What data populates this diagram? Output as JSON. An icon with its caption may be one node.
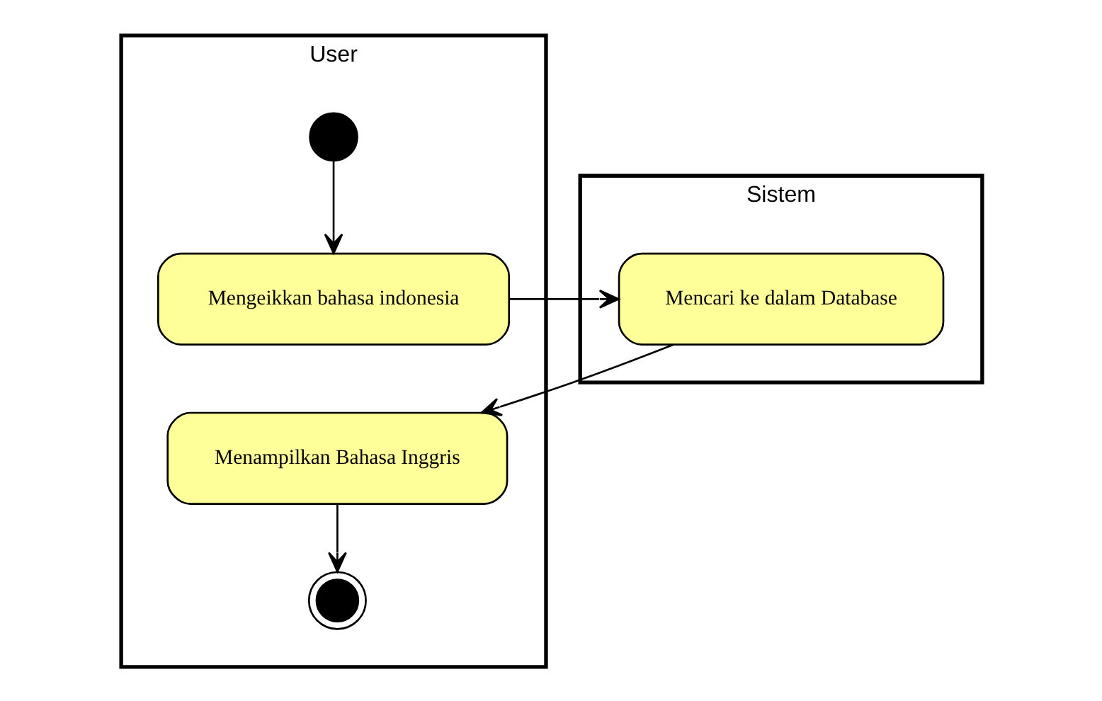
{
  "diagram": {
    "nodes": [
      {
        "text": [
          "User"
        ]
      },
      {
        "text": [
          "Sistem"
        ]
      },
      {
        "text": [],
        "shape": "circle",
        "in": 0
      },
      {
        "text": [
          "Mengeikkan bahasa indonesia"
        ],
        "in": 0
      },
      {
        "text": [
          "Mencari ke dalam Database"
        ],
        "in": 1
      },
      {
        "text": [
          "Menampilkan Bahasa Inggris"
        ],
        "in": 0
      },
      {
        "text": [],
        "shape": "circle",
        "in": 0
      }
    ],
    "edges": [
      {
        "from": 2,
        "to": 3,
        "arrow": "to"
      },
      {
        "from": 3,
        "to": 4,
        "arrow": "to"
      },
      {
        "from": 4,
        "to": 5,
        "arrow": "to"
      },
      {
        "from": 5,
        "to": 6,
        "arrow": "to"
      }
    ]
  }
}
